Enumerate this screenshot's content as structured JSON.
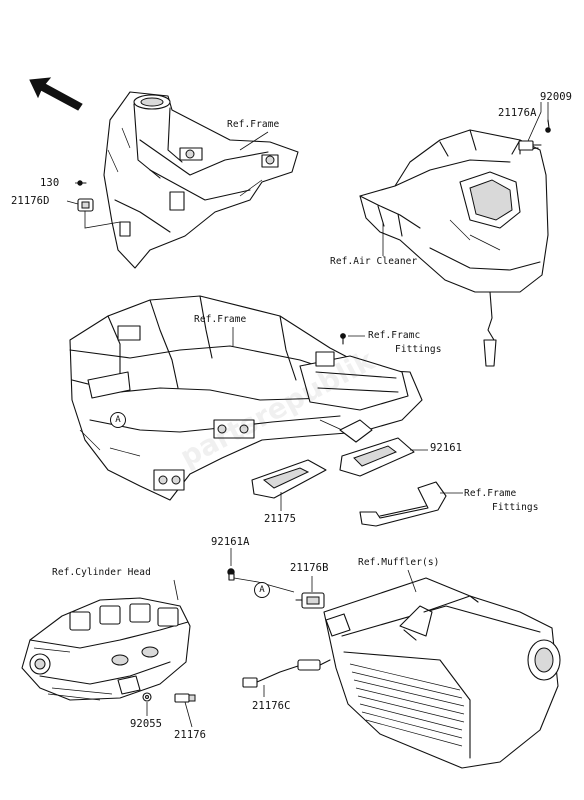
{
  "labels": {
    "p92009": "92009",
    "p21176A": "21176A",
    "p130": "130",
    "p21176D": "21176D",
    "p92161": "92161",
    "p21175": "21175",
    "p92161A": "92161A",
    "p21176B": "21176B",
    "p92055": "92055",
    "p21176": "21176",
    "p21176C": "21176C"
  },
  "references": {
    "frame_top": "Ref.Frame",
    "air_cleaner": "Ref.Air Cleaner",
    "frame_mid": "Ref.Frame",
    "frame_fittings_1_line1": "Ref.Framc",
    "frame_fittings_1_line2": "Fittings",
    "frame_fittings_2_line1": "Ref.Frame",
    "frame_fittings_2_line2": "Fittings",
    "cylinder_head": "Ref.Cylinder Head",
    "muffler": "Ref.Muffler(s)"
  },
  "markers": {
    "circle_a_1": "A",
    "circle_a_2": "A"
  },
  "watermark": "partsrepublik",
  "icons": {
    "direction": "front-direction-arrow-icon"
  }
}
